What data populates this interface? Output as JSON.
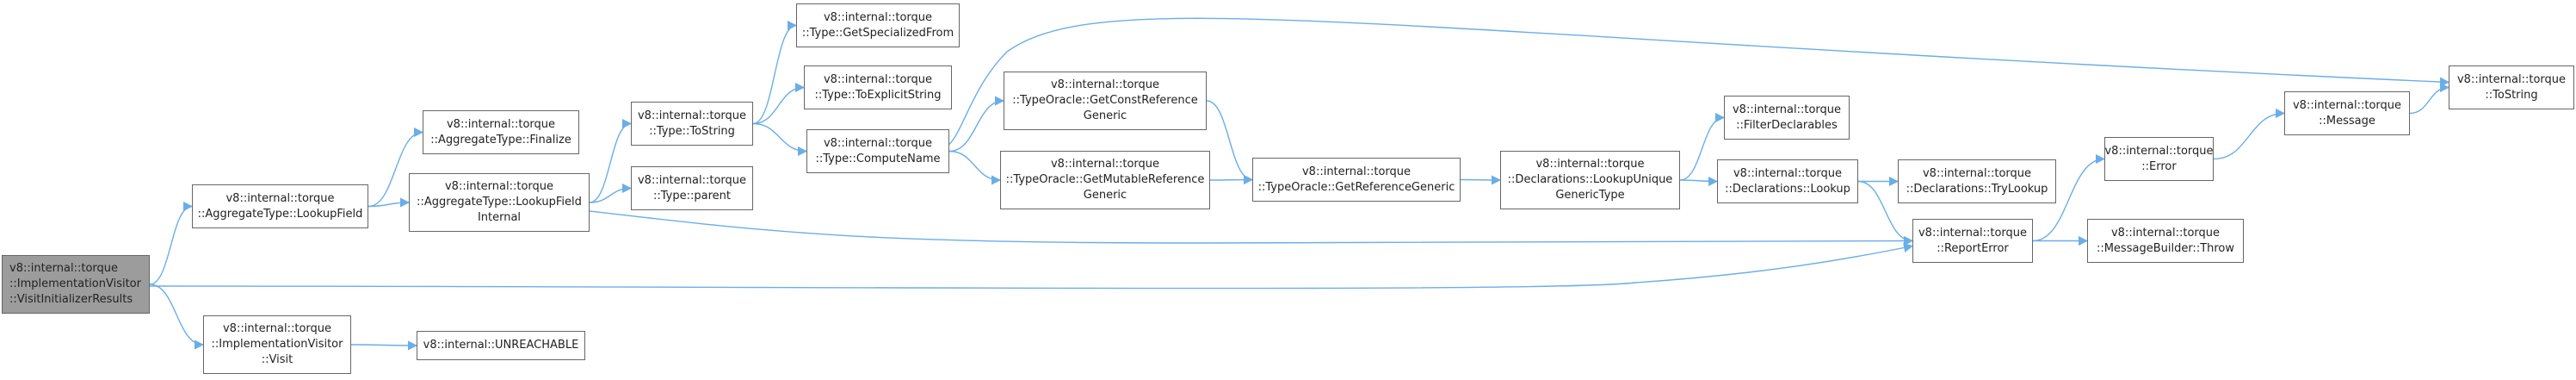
{
  "graph": {
    "edge_color": "#6aaee8",
    "root_fill": "#9c9c9c",
    "nodes": [
      {
        "id": "visit_init",
        "name": "node-visit-initializer-results",
        "root": true,
        "lines": [
          "v8::internal::torque",
          "::ImplementationVisitor",
          "::VisitInitializerResults"
        ]
      },
      {
        "id": "lookup_field",
        "name": "node-aggregate-type-lookup-field",
        "lines": [
          "v8::internal::torque",
          "::AggregateType::LookupField"
        ]
      },
      {
        "id": "impl_visit",
        "name": "node-implementation-visitor-visit",
        "lines": [
          "v8::internal::torque",
          "::ImplementationVisitor",
          "::Visit"
        ]
      },
      {
        "id": "finalize",
        "name": "node-aggregate-type-finalize",
        "lines": [
          "v8::internal::torque",
          "::AggregateType::Finalize"
        ]
      },
      {
        "id": "lookup_field_internal",
        "name": "node-aggregate-type-lookup-field-internal",
        "lines": [
          "v8::internal::torque",
          "::AggregateType::LookupField",
          "Internal"
        ]
      },
      {
        "id": "unreachable",
        "name": "node-unreachable",
        "lines": [
          "v8::internal::UNREACHABLE"
        ]
      },
      {
        "id": "type_tostring",
        "name": "node-type-to-string",
        "lines": [
          "v8::internal::torque",
          "::Type::ToString"
        ]
      },
      {
        "id": "type_parent",
        "name": "node-type-parent",
        "lines": [
          "v8::internal::torque",
          "::Type::parent"
        ]
      },
      {
        "id": "get_specialized",
        "name": "node-type-get-specialized-from",
        "lines": [
          "v8::internal::torque",
          "::Type::GetSpecializedFrom"
        ]
      },
      {
        "id": "to_explicit",
        "name": "node-type-to-explicit-string",
        "lines": [
          "v8::internal::torque",
          "::Type::ToExplicitString"
        ]
      },
      {
        "id": "compute_name",
        "name": "node-type-compute-name",
        "lines": [
          "v8::internal::torque",
          "::Type::ComputeName"
        ]
      },
      {
        "id": "get_const_ref",
        "name": "node-type-oracle-get-const-reference-generic",
        "lines": [
          "v8::internal::torque",
          "::TypeOracle::GetConstReference",
          "Generic"
        ]
      },
      {
        "id": "get_mut_ref",
        "name": "node-type-oracle-get-mutable-reference-generic",
        "lines": [
          "v8::internal::torque",
          "::TypeOracle::GetMutableReference",
          "Generic"
        ]
      },
      {
        "id": "get_ref_generic",
        "name": "node-type-oracle-get-reference-generic",
        "lines": [
          "v8::internal::torque",
          "::TypeOracle::GetReferenceGeneric"
        ]
      },
      {
        "id": "lookup_unique",
        "name": "node-declarations-lookup-unique-generic-type",
        "lines": [
          "v8::internal::torque",
          "::Declarations::LookupUnique",
          "GenericType"
        ]
      },
      {
        "id": "filter_decl",
        "name": "node-filter-declarables",
        "lines": [
          "v8::internal::torque",
          "::FilterDeclarables"
        ]
      },
      {
        "id": "decl_lookup",
        "name": "node-declarations-lookup",
        "lines": [
          "v8::internal::torque",
          "::Declarations::Lookup"
        ]
      },
      {
        "id": "try_lookup",
        "name": "node-declarations-try-lookup",
        "lines": [
          "v8::internal::torque",
          "::Declarations::TryLookup"
        ]
      },
      {
        "id": "report_error",
        "name": "node-report-error",
        "lines": [
          "v8::internal::torque",
          "::ReportError"
        ]
      },
      {
        "id": "error",
        "name": "node-error",
        "lines": [
          "v8::internal::torque",
          "::Error"
        ]
      },
      {
        "id": "msg_throw",
        "name": "node-message-builder-throw",
        "lines": [
          "v8::internal::torque",
          "::MessageBuilder::Throw"
        ]
      },
      {
        "id": "message",
        "name": "node-message",
        "lines": [
          "v8::internal::torque",
          "::Message"
        ]
      },
      {
        "id": "tostring",
        "name": "node-to-string",
        "lines": [
          "v8::internal::torque",
          "::ToString"
        ]
      }
    ]
  }
}
